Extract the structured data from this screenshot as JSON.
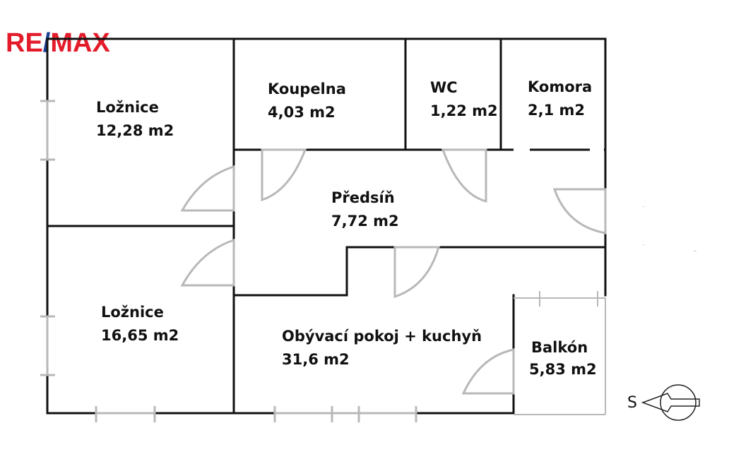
{
  "logo": {
    "part1": "RE",
    "slash": "/",
    "part2": "MAX"
  },
  "colors": {
    "wall": "#111111",
    "door": "#b8b8b8",
    "logo_red": "#e31b2a",
    "logo_blue": "#1d3f8f"
  },
  "rooms": {
    "loznice1": {
      "name": "Ložnice",
      "area": "12,28 m2"
    },
    "koupelna": {
      "name": "Koupelna",
      "area": "4,03 m2"
    },
    "wc": {
      "name": "WC",
      "area": "1,22 m2"
    },
    "komora": {
      "name": "Komora",
      "area": "2,1 m2"
    },
    "predsin": {
      "name": "Předsíň",
      "area": "7,72 m2"
    },
    "loznice2": {
      "name": "Ložnice",
      "area": "16,65 m2"
    },
    "obyvaci": {
      "name": "Obývací pokoj + kuchyň",
      "area": "31,6 m2"
    },
    "balkon": {
      "name": "Balkón",
      "area": "5,83 m2"
    }
  },
  "compass": {
    "label": "S",
    "icon": "north-arrow-icon"
  }
}
